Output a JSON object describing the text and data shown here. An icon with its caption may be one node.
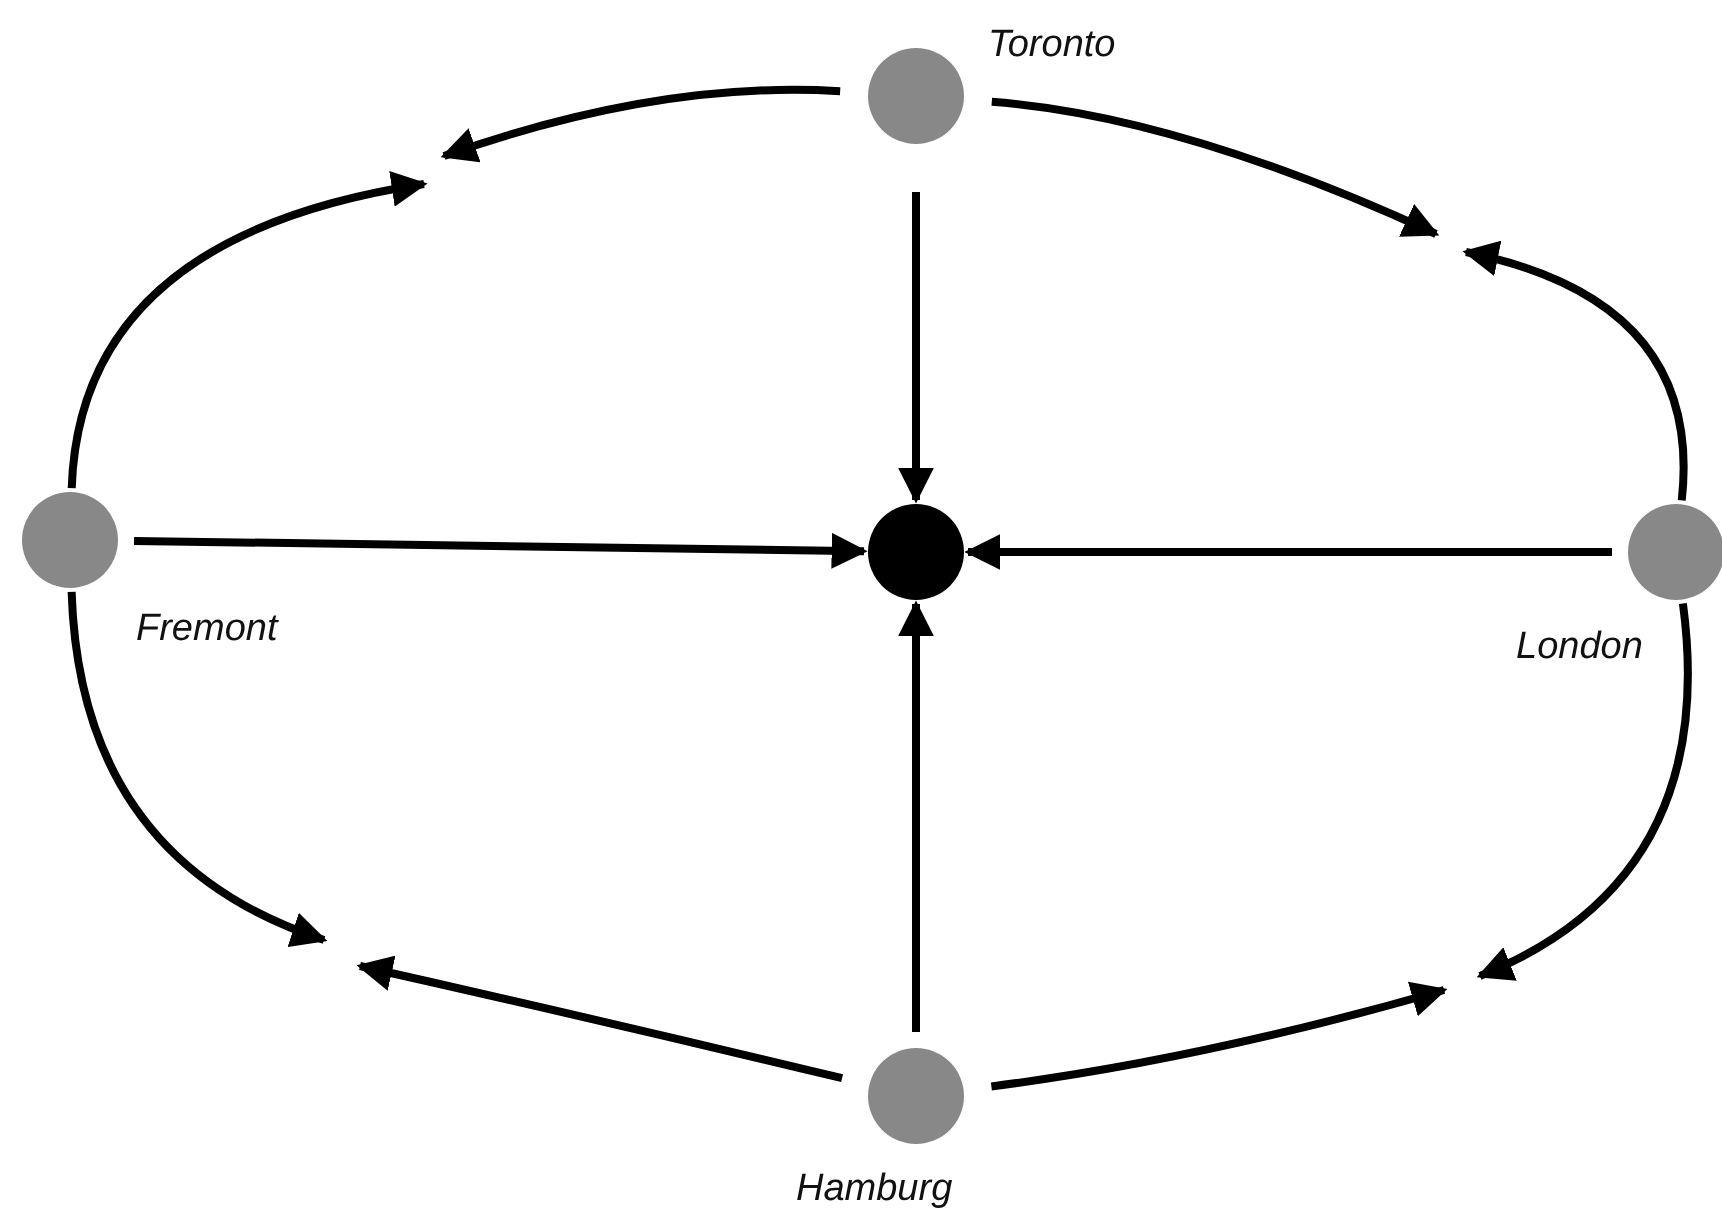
{
  "diagram": {
    "nodes": [
      {
        "text": [],
        "shape": "circle",
        "beside": [
          "Toronto"
        ]
      },
      {
        "text": [],
        "shape": "circle",
        "beside": [
          "Fremont"
        ]
      },
      {
        "text": [],
        "shape": "circle"
      },
      {
        "text": [],
        "shape": "circle",
        "beside": [
          "London"
        ]
      },
      {
        "text": [],
        "shape": "circle",
        "beside": [
          "Hamburg"
        ]
      }
    ],
    "edges": [
      {
        "from": 0,
        "to": 2,
        "arrow": "to"
      },
      {
        "from": 1,
        "to": 2,
        "arrow": "to"
      },
      {
        "from": 3,
        "to": 2,
        "arrow": "to"
      },
      {
        "from": 4,
        "to": 2,
        "arrow": "to"
      },
      {
        "from": 0,
        "to": null,
        "arrow": "to"
      },
      {
        "from": 1,
        "to": null,
        "arrow": "to"
      },
      {
        "from": 0,
        "to": null,
        "arrow": "to"
      },
      {
        "from": 3,
        "to": null,
        "arrow": "to"
      },
      {
        "from": 3,
        "to": null,
        "arrow": "to"
      },
      {
        "from": 4,
        "to": null,
        "arrow": "to"
      },
      {
        "from": 1,
        "to": null,
        "arrow": "to"
      },
      {
        "from": 4,
        "to": null,
        "arrow": "to"
      }
    ]
  }
}
